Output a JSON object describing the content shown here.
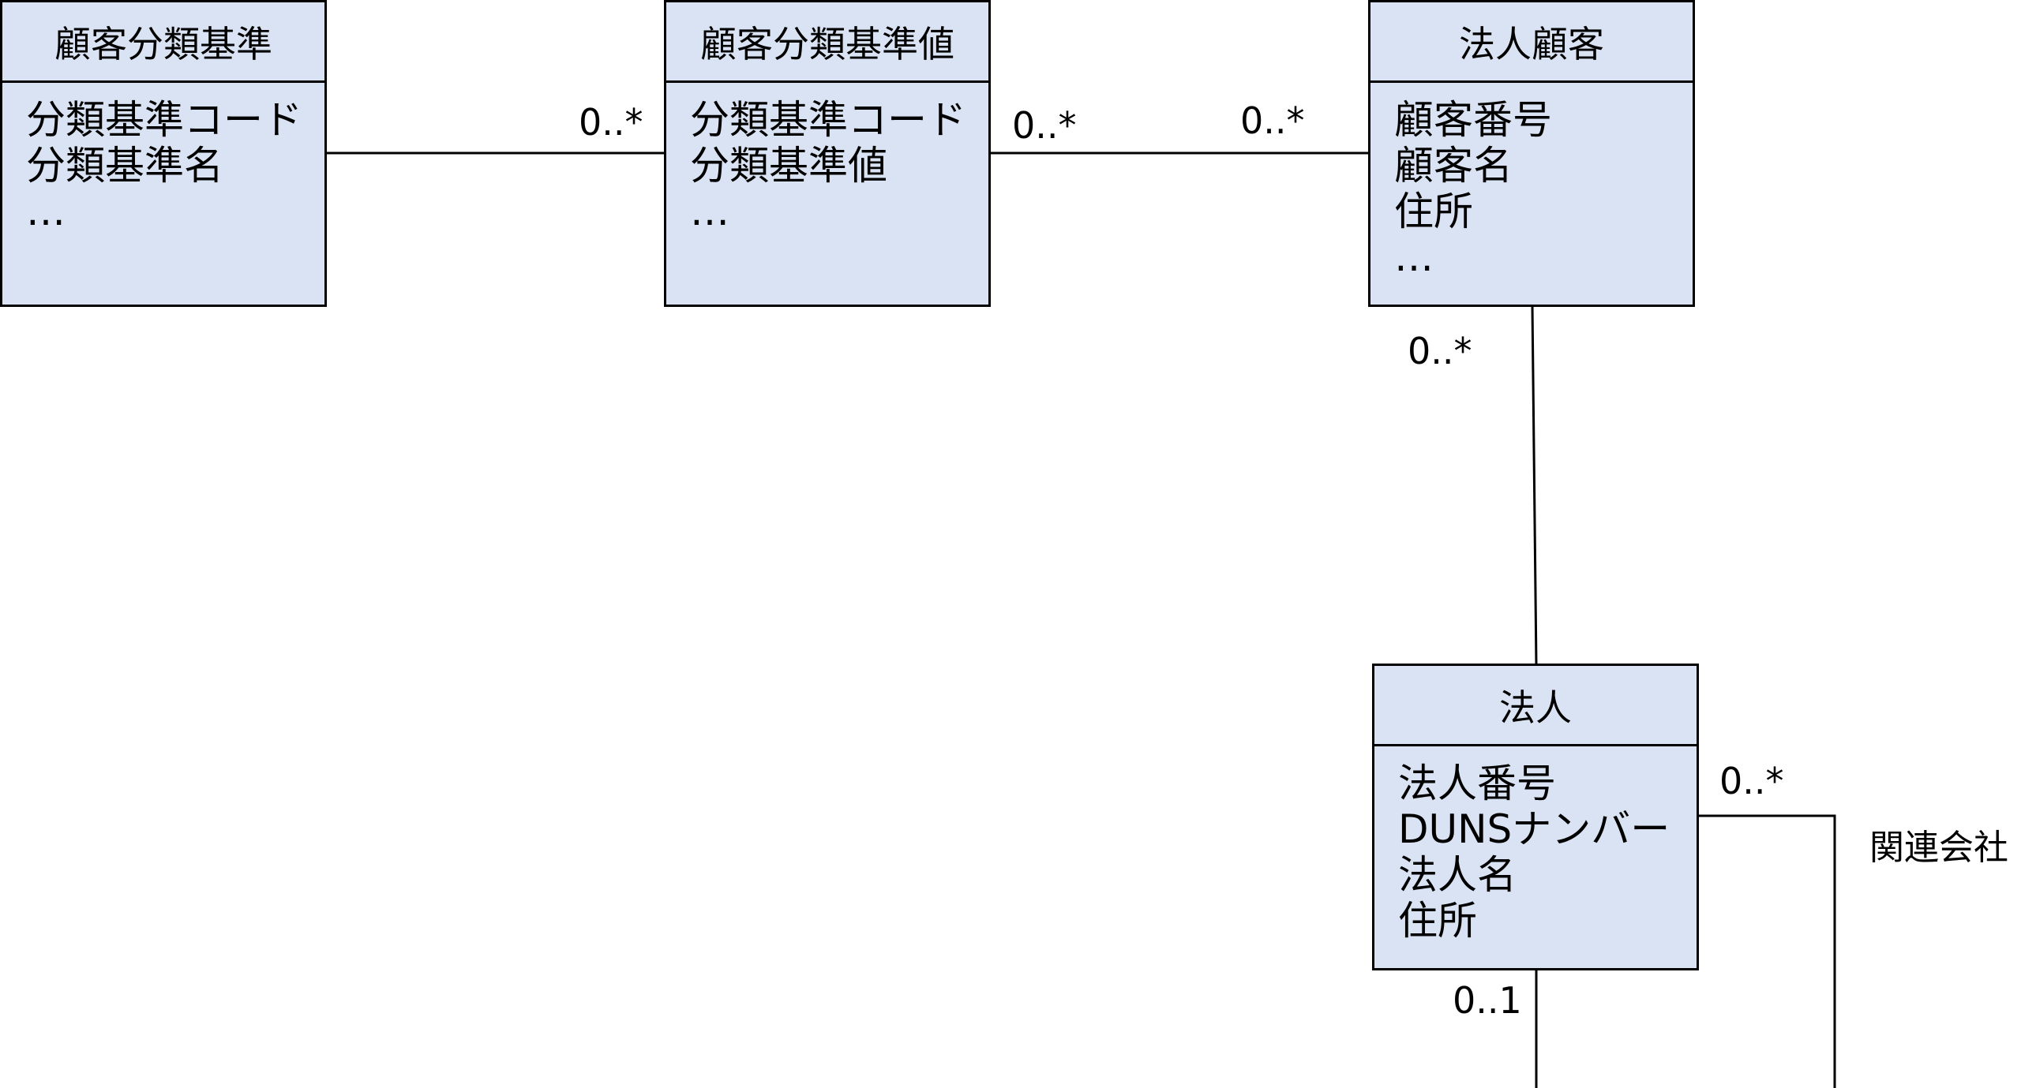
{
  "classes": {
    "classification_standard": {
      "name": "顧客分類基準",
      "attributes": [
        "分類基準コード",
        "分類基準名",
        "…"
      ]
    },
    "classification_value": {
      "name": "顧客分類基準値",
      "attributes": [
        "分類基準コード",
        "分類基準値",
        "…"
      ]
    },
    "corporate_customer": {
      "name": "法人顧客",
      "attributes": [
        "顧客番号",
        "顧客名",
        "住所",
        "…"
      ]
    },
    "corporation": {
      "name": "法人",
      "attributes": [
        "法人番号",
        "DUNSナンバー",
        "法人名",
        "住所"
      ]
    }
  },
  "associations": [
    {
      "from": "顧客分類基準",
      "to": "顧客分類基準値",
      "to_multiplicity": "0..*"
    },
    {
      "from": "顧客分類基準値",
      "to": "法人顧客",
      "from_multiplicity": "0..*",
      "to_multiplicity": "0..*"
    },
    {
      "from": "法人顧客",
      "to": "法人",
      "from_multiplicity": "0..*"
    },
    {
      "from": "法人",
      "to": "法人",
      "role": "関連会社",
      "end_a_multiplicity": "0..*",
      "end_b_multiplicity": "0..1"
    }
  ],
  "multiplicities": {
    "m1": "0..*",
    "m2": "0..*",
    "m3": "0..*",
    "m4": "0..*",
    "m5": "0..*",
    "m6": "0..1"
  },
  "role_label": "関連会社",
  "colors": {
    "class_fill": "#dae3f3",
    "stroke": "#000000"
  }
}
